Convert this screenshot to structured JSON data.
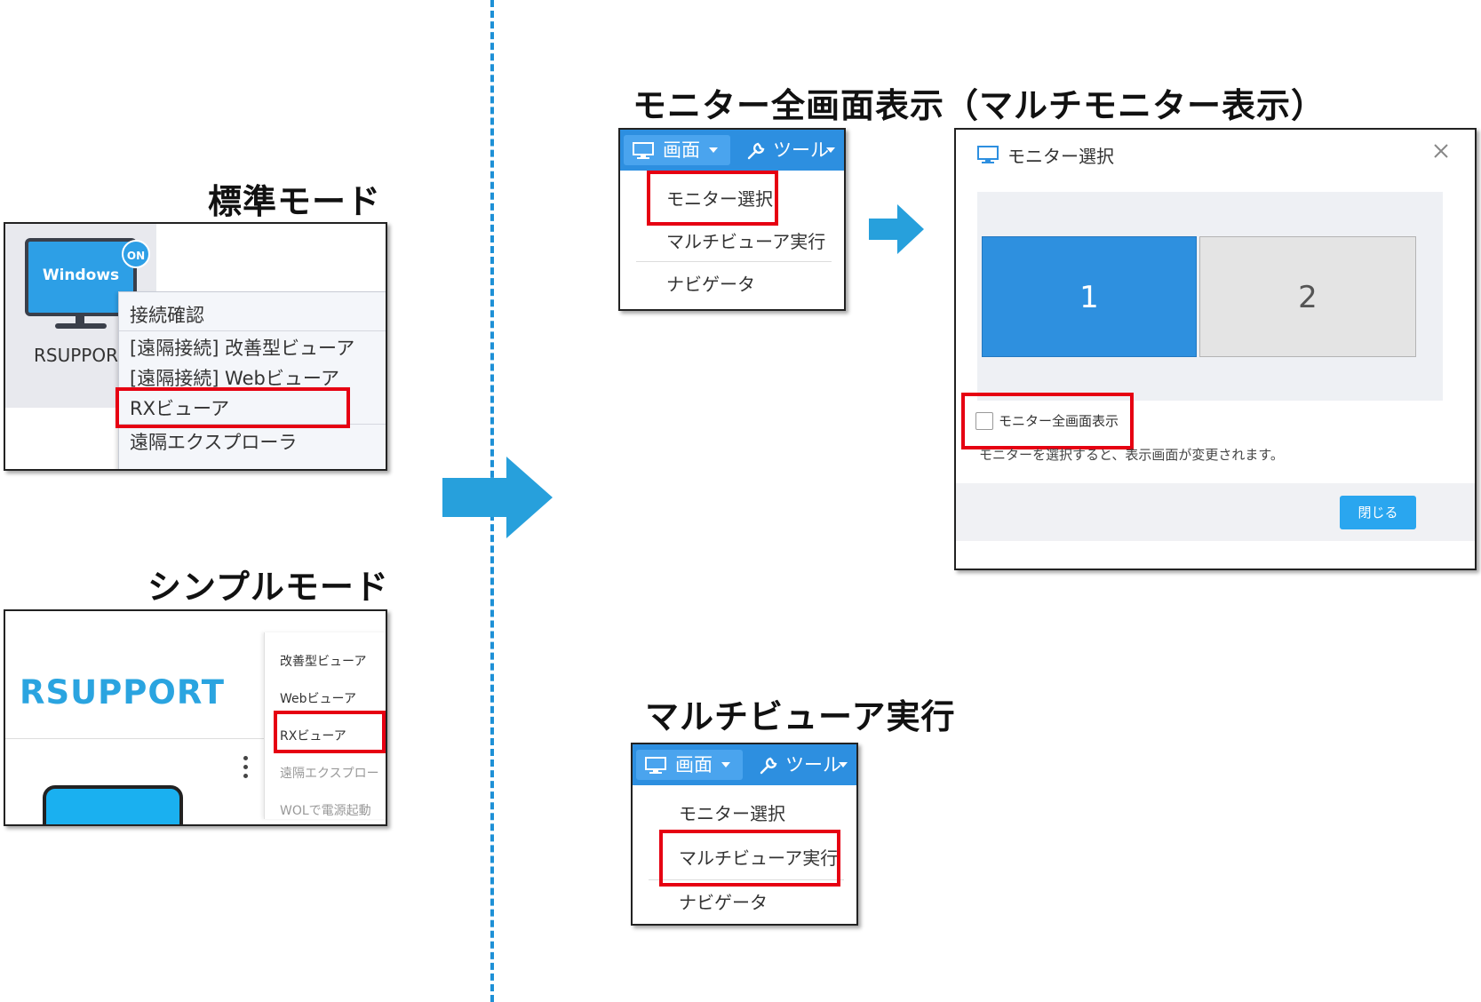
{
  "headings": {
    "standard_mode": "標準モード",
    "simple_mode": "シンプルモード",
    "monitor_fullscreen": "モニター全画面表示（マルチモニター表示）",
    "multiviewer": "マルチビューア実行"
  },
  "standard_panel": {
    "device_label": "Windows",
    "badge": "ON",
    "host_name": "RSUPPOR",
    "menu_items": [
      "接続確認",
      "[遠隔接続] 改善型ビューア",
      "[遠隔接続] Webビューア",
      "RXビューア",
      "遠隔エクスプローラ"
    ]
  },
  "simple_panel": {
    "brand": "RSUPPORT",
    "menu_items": [
      "改善型ビューア",
      "Webビューア",
      "RXビューア",
      "遠隔エクスプロー",
      "WOLで電源起動"
    ]
  },
  "toolbar": {
    "screen_label": "画面",
    "tools_label": "ツール",
    "menu_items": [
      "モニター選択",
      "マルチビューア実行",
      "ナビゲータ"
    ]
  },
  "dialog": {
    "title": "モニター選択",
    "monitors": [
      "1",
      "2"
    ],
    "checkbox_label": "モニター全画面表示",
    "help_text": "モニターを選択すると、表示画面が変更されます。",
    "close_button": "閉じる"
  },
  "colors": {
    "accent": "#2d8fe0",
    "highlight_box": "#e60012",
    "arrow": "#27a0dc",
    "divider": "#1e90d6"
  }
}
